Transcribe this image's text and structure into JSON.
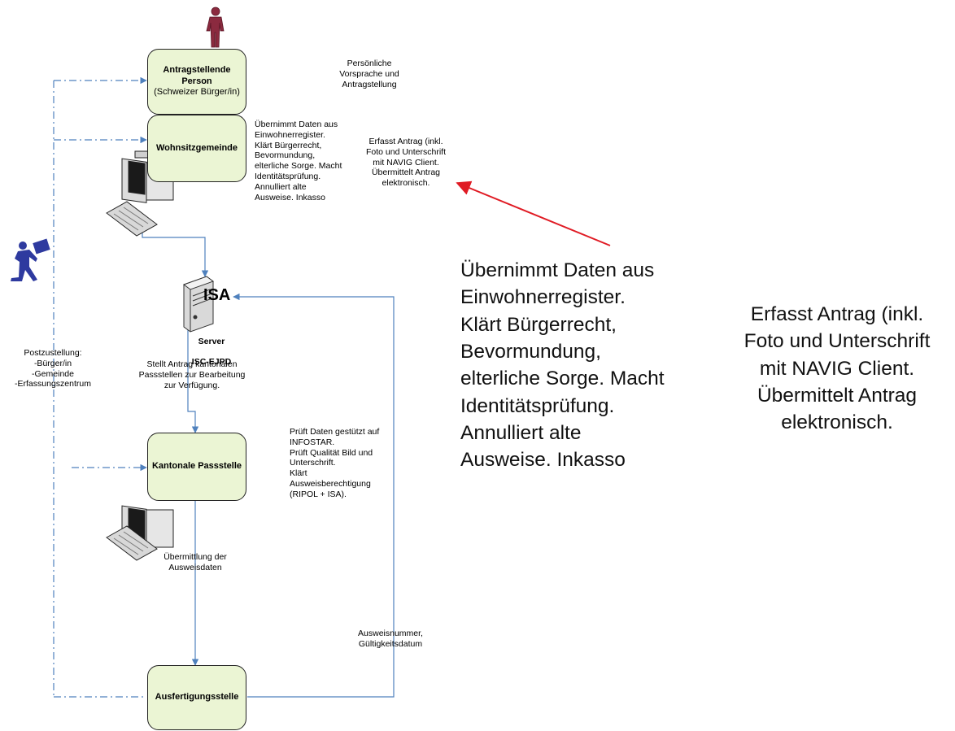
{
  "colors": {
    "box_fill": "#ebf5d4",
    "flow_line": "#4f81bd",
    "callout_arrow": "#e01b24",
    "person_icon": "#8b2a3f",
    "courier_icon": "#2e3a9f"
  },
  "icons": {
    "person": "person-icon",
    "courier": "courier-with-package-icon",
    "computer": "desktop-computer-icon",
    "server": "server-icon"
  },
  "boxes": {
    "antragstellende": {
      "title": "Antragstellende Person",
      "subtitle": "(Schweizer Bürger/in)"
    },
    "wohnsitzgemeinde": {
      "title": "Wohnsitzgemeinde"
    },
    "kantonale": {
      "title": "Kantonale Passstelle"
    },
    "ausfertigung": {
      "title": "Ausfertigungsstelle"
    }
  },
  "server": {
    "badge": "ISA",
    "name": "Server",
    "subname": "ISC-EJPD"
  },
  "notes": {
    "vorsprache": "Persönliche\nVorsprache und\nAntragstellung",
    "uebernimmt_small": "Übernimmt Daten aus\nEinwohnerregister.\nKlärt Bürgerrecht,\nBevormundung,\nelterliche Sorge. Macht\nIdentitätsprüfung.\nAnnulliert alte\nAusweise. Inkasso",
    "erfasst_small": "Erfasst Antrag (inkl.\nFoto und Unterschrift\nmit NAVIG Client.\nÜbermittelt Antrag\nelektronisch.",
    "postzustellung": "Postzustellung:\n-Bürger/in\n-Gemeinde\n-Erfassungszentrum",
    "stellt_antrag": "Stellt Antrag kantonalen\nPassstellen zur Bearbeitung\nzur Verfügung.",
    "prueft": "Prüft Daten gestützt auf\nINFOSTAR.\nPrüft Qualität Bild und\nUnterschrift.\nKlärt\nAusweisberechtigung\n(RIPOL + ISA).",
    "uebermittlung": "Übermittlung der\nAusweisdaten",
    "ausweisnummer": "Ausweisnummer,\nGültigkeitsdatum",
    "uebernimmt_big": "Übernimmt Daten aus\nEinwohnerregister.\nKlärt Bürgerrecht,\nBevormundung,\nelterliche Sorge. Macht\nIdentitätsprüfung.\nAnnulliert alte\nAusweise. Inkasso",
    "erfasst_big": "Erfasst Antrag (inkl.\nFoto und Unterschrift\nmit NAVIG Client.\nÜbermittelt Antrag\nelektronisch."
  }
}
